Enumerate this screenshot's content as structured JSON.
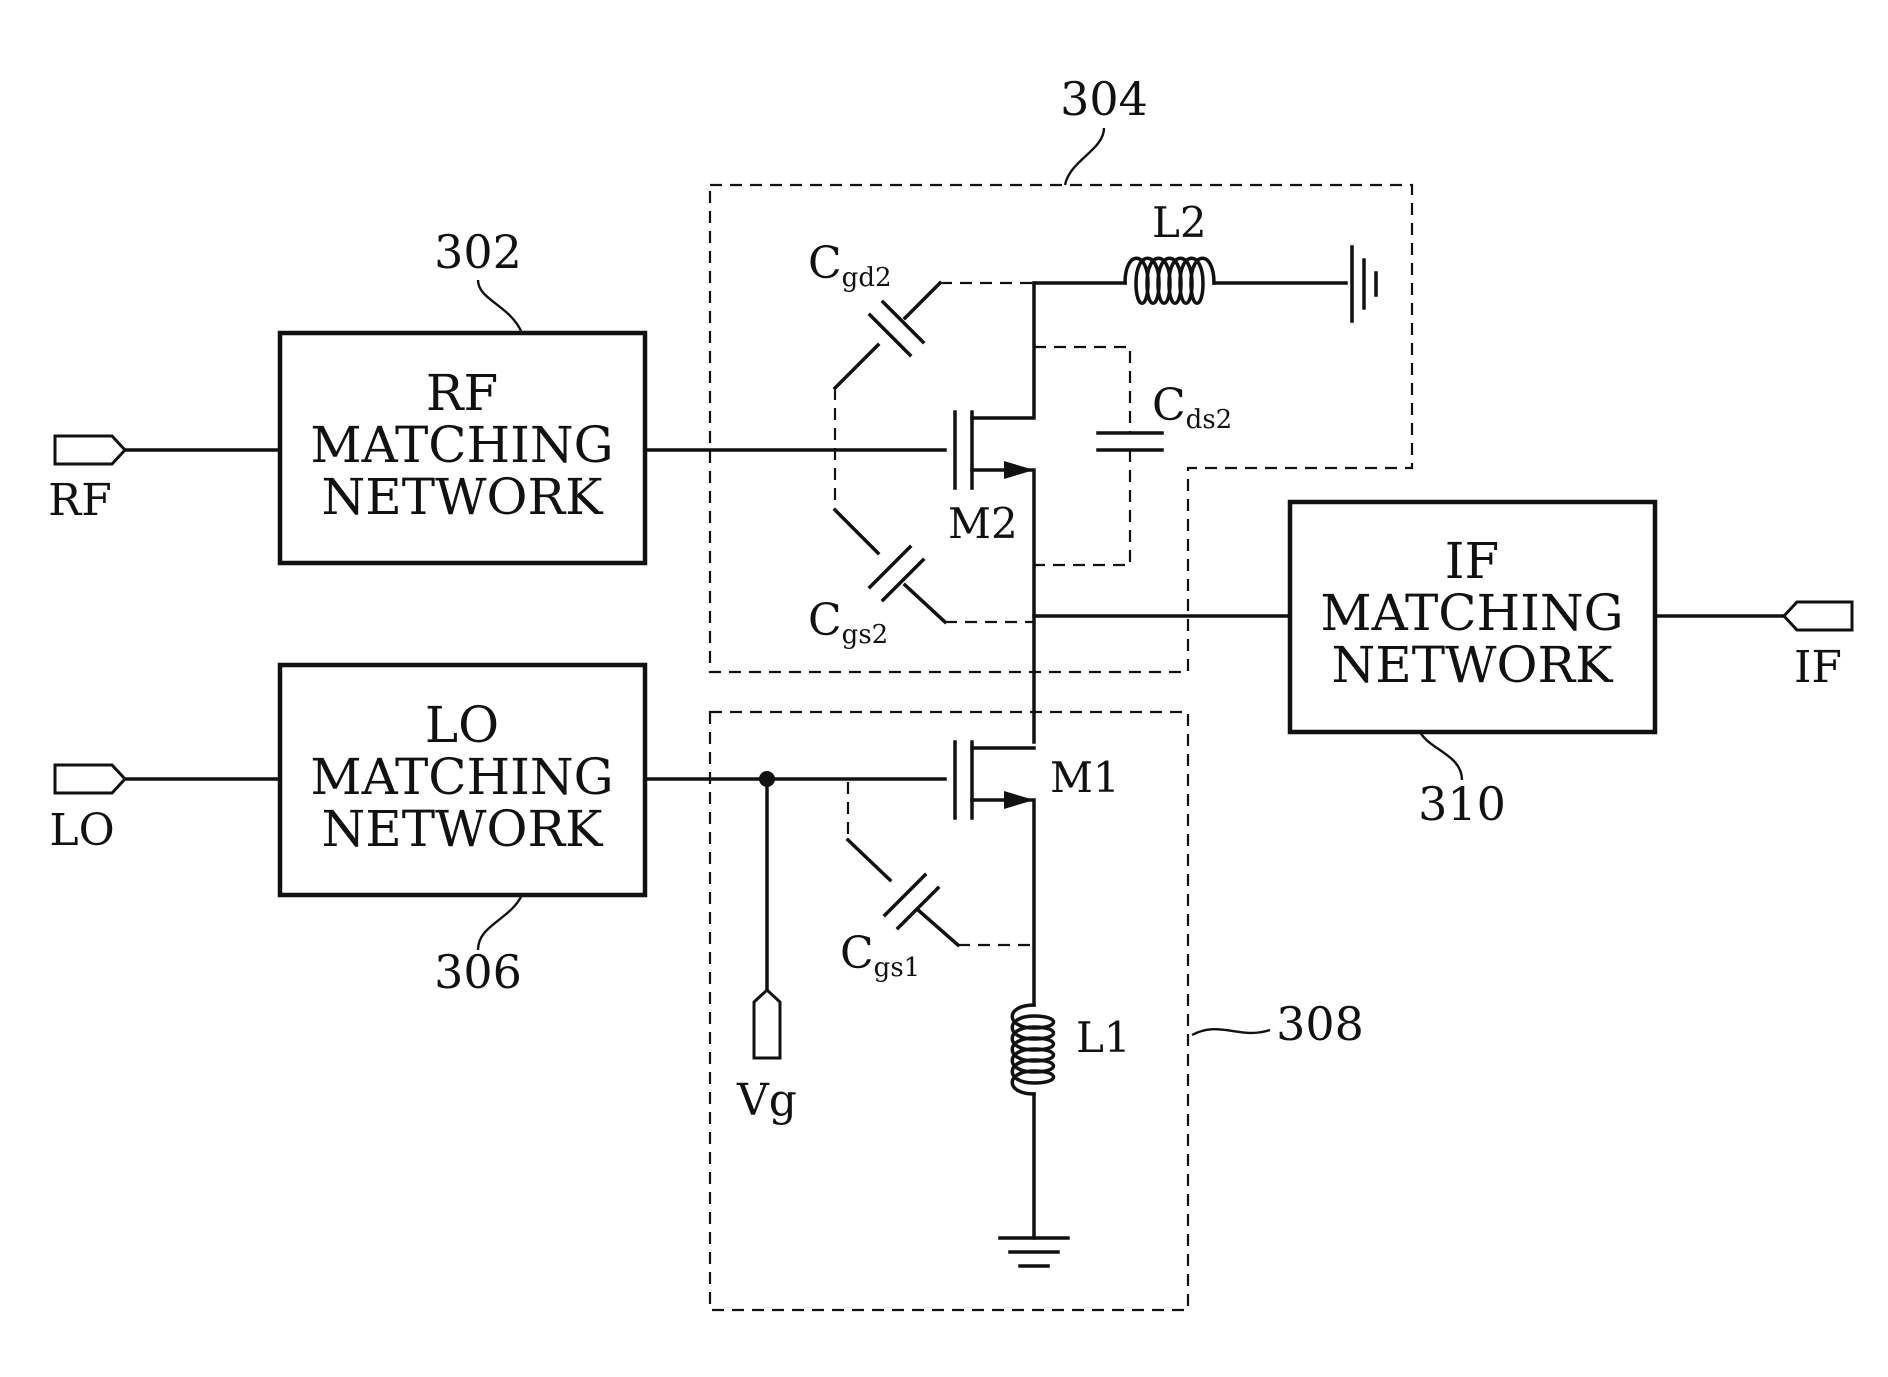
{
  "blocks": {
    "rf": {
      "line1": "RF",
      "line2": "MATCHING",
      "line3": "NETWORK",
      "ref": "302"
    },
    "lo": {
      "line1": "LO",
      "line2": "MATCHING",
      "line3": "NETWORK",
      "ref": "306"
    },
    "if": {
      "line1": "IF",
      "line2": "MATCHING",
      "line3": "NETWORK",
      "ref": "310"
    }
  },
  "groups": {
    "upper_ref": "304",
    "lower_ref": "308"
  },
  "ports": {
    "rf": "RF",
    "lo": "LO",
    "if": "IF",
    "vg": "Vg"
  },
  "devices": {
    "m1": "M1",
    "m2": "M2",
    "l1": "L1",
    "l2": "L2"
  },
  "caps": {
    "cgd2": {
      "main": "C",
      "sub": "gd2"
    },
    "cds2": {
      "main": "C",
      "sub": "ds2"
    },
    "cgs2": {
      "main": "C",
      "sub": "gs2"
    },
    "cgs1": {
      "main": "C",
      "sub": "gs1"
    }
  }
}
